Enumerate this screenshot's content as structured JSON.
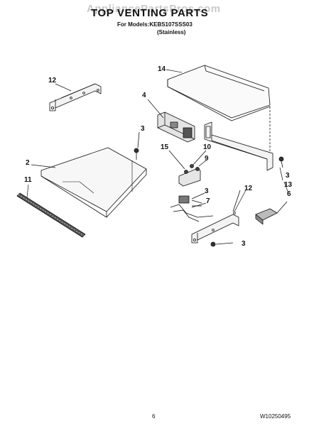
{
  "header": {
    "watermark": "AppliancePartsPros.com",
    "title": "TOP VENTING PARTS",
    "subtitle": "For Models:KEBS107SSS03",
    "variant": "(Stainless)"
  },
  "callouts": [
    "14",
    "12",
    "4",
    "3",
    "2",
    "11",
    "15",
    "10",
    "9",
    "3",
    "7",
    "12",
    "3",
    "13",
    "6",
    "3"
  ],
  "footer": {
    "page_number": "6",
    "document_number": "W10250495"
  }
}
